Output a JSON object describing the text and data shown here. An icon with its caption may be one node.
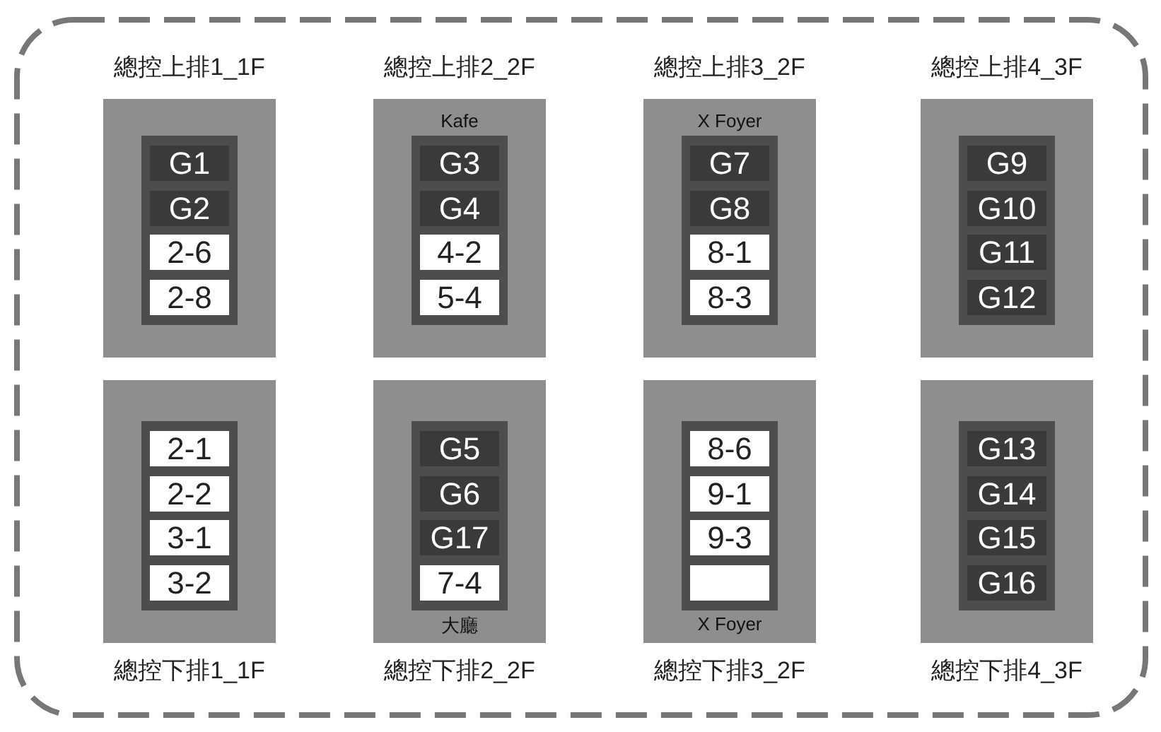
{
  "diagram": {
    "nodes": [
      {
        "text": [
          "總控上排1_1F"
        ]
      },
      {
        "text": [
          "G1"
        ],
        "in": 0
      },
      {
        "text": [
          "G2"
        ],
        "in": 0
      },
      {
        "text": [
          "2-6"
        ],
        "in": 0
      },
      {
        "text": [
          "2-8"
        ],
        "in": 0
      },
      {
        "text": [
          "總控上排2_2F",
          "Kafe"
        ]
      },
      {
        "text": [
          "G3"
        ],
        "in": 5
      },
      {
        "text": [
          "G4"
        ],
        "in": 5
      },
      {
        "text": [
          "4-2"
        ],
        "in": 5
      },
      {
        "text": [
          "5-4"
        ],
        "in": 5
      },
      {
        "text": [
          "總控上排3_2F",
          "X Foyer"
        ]
      },
      {
        "text": [
          "G7"
        ],
        "in": 10
      },
      {
        "text": [
          "G8"
        ],
        "in": 10
      },
      {
        "text": [
          "8-1"
        ],
        "in": 10
      },
      {
        "text": [
          "8-3"
        ],
        "in": 10
      },
      {
        "text": [
          "總控上排4_3F"
        ]
      },
      {
        "text": [
          "G9"
        ],
        "in": 15
      },
      {
        "text": [
          "G10"
        ],
        "in": 15
      },
      {
        "text": [
          "G11"
        ],
        "in": 15
      },
      {
        "text": [
          "G12"
        ],
        "in": 15
      },
      {
        "text": [
          "總控下排1_1F"
        ]
      },
      {
        "text": [
          "2-1"
        ],
        "in": 20
      },
      {
        "text": [
          "2-2"
        ],
        "in": 20
      },
      {
        "text": [
          "3-1"
        ],
        "in": 20
      },
      {
        "text": [
          "3-2"
        ],
        "in": 20
      },
      {
        "text": [
          "大廳",
          "總控下排2_2F"
        ]
      },
      {
        "text": [
          "G5"
        ],
        "in": 25
      },
      {
        "text": [
          "G6"
        ],
        "in": 25
      },
      {
        "text": [
          "G17"
        ],
        "in": 25
      },
      {
        "text": [
          "7-4"
        ],
        "in": 25
      },
      {
        "text": [
          "X Foyer",
          "總控下排3_2F"
        ]
      },
      {
        "text": [
          "8-6"
        ],
        "in": 30
      },
      {
        "text": [
          "9-1"
        ],
        "in": 30
      },
      {
        "text": [
          "9-3"
        ],
        "in": 30
      },
      {
        "text": [],
        "shape": "box",
        "in": 30
      },
      {
        "text": [
          "總控下排4_3F"
        ]
      },
      {
        "text": [
          "G13"
        ],
        "in": 35
      },
      {
        "text": [
          "G14"
        ],
        "in": 35
      },
      {
        "text": [
          "G15"
        ],
        "in": 35
      },
      {
        "text": [
          "G16"
        ],
        "in": 35
      }
    ]
  }
}
